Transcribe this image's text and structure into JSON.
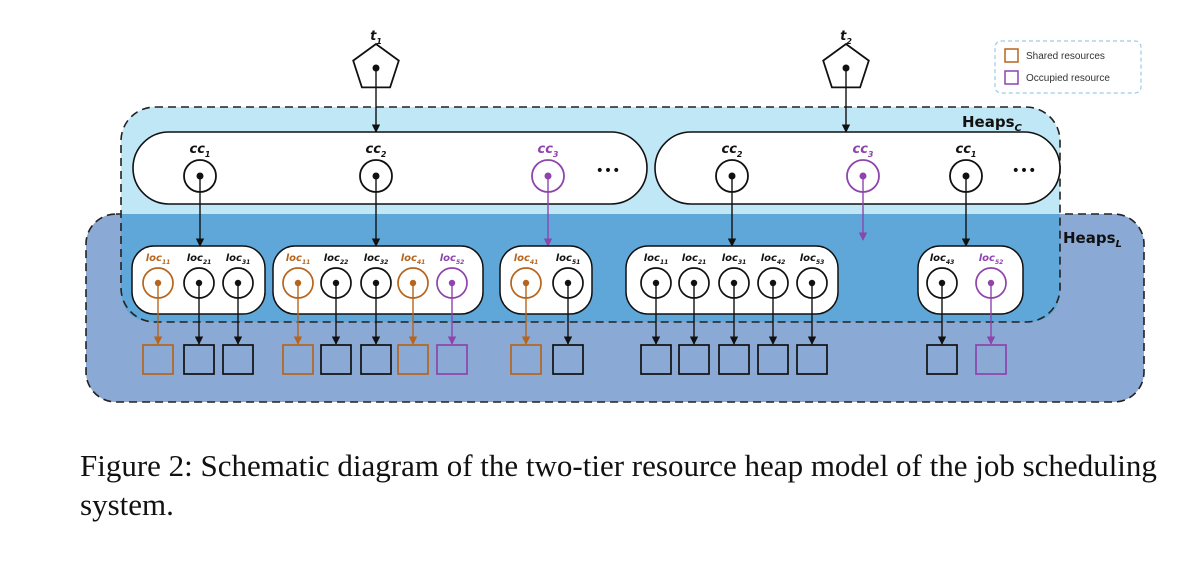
{
  "tasks": [
    {
      "label": "t",
      "sub": "1"
    },
    {
      "label": "t",
      "sub": "2"
    }
  ],
  "heaps": {
    "cluster": {
      "name": "Heaps",
      "sub": "C"
    },
    "local": {
      "name": "Heaps",
      "sub": "L"
    }
  },
  "legend": {
    "shared": "Shared resources",
    "occupied": "Occupied resource"
  },
  "colors": {
    "shared": "#b5651d",
    "occupied": "#8e44ad",
    "normal": "#111111",
    "heapC_fill": "#bfe7f6",
    "heapL_fill": "#8aa9d4",
    "overlap_fill": "#5ea7d8"
  },
  "cluster_groups": [
    {
      "nodes": [
        {
          "label": "cc",
          "sub": "1",
          "kind": "normal"
        },
        {
          "label": "cc",
          "sub": "2",
          "kind": "normal"
        },
        {
          "label": "cc",
          "sub": "3",
          "kind": "occupied"
        }
      ],
      "ellipsis": "•••"
    },
    {
      "nodes": [
        {
          "label": "cc",
          "sub": "2",
          "kind": "normal"
        },
        {
          "label": "cc",
          "sub": "3",
          "kind": "occupied"
        },
        {
          "label": "cc",
          "sub": "1",
          "kind": "normal"
        }
      ],
      "ellipsis": "•••"
    }
  ],
  "local_groups": [
    {
      "nodes": [
        {
          "label": "loc",
          "sub": "11",
          "kind": "shared"
        },
        {
          "label": "loc",
          "sub": "21",
          "kind": "normal"
        },
        {
          "label": "loc",
          "sub": "31",
          "kind": "normal"
        }
      ]
    },
    {
      "nodes": [
        {
          "label": "loc",
          "sub": "11",
          "kind": "shared"
        },
        {
          "label": "loc",
          "sub": "22",
          "kind": "normal"
        },
        {
          "label": "loc",
          "sub": "32",
          "kind": "normal"
        },
        {
          "label": "loc",
          "sub": "41",
          "kind": "shared"
        },
        {
          "label": "loc",
          "sub": "52",
          "kind": "occupied"
        }
      ]
    },
    {
      "nodes": [
        {
          "label": "loc",
          "sub": "41",
          "kind": "shared"
        },
        {
          "label": "loc",
          "sub": "51",
          "kind": "normal"
        }
      ]
    },
    {
      "nodes": [
        {
          "label": "loc",
          "sub": "11",
          "kind": "normal"
        },
        {
          "label": "loc",
          "sub": "21",
          "kind": "normal"
        },
        {
          "label": "loc",
          "sub": "31",
          "kind": "normal"
        },
        {
          "label": "loc",
          "sub": "42",
          "kind": "normal"
        },
        {
          "label": "loc",
          "sub": "53",
          "kind": "normal"
        }
      ]
    },
    {
      "nodes": [
        {
          "label": "loc",
          "sub": "43",
          "kind": "normal"
        },
        {
          "label": "loc",
          "sub": "52",
          "kind": "occupied"
        }
      ]
    }
  ],
  "caption": "Figure 2: Schematic diagram of the two-tier resource heap model of the job scheduling system."
}
